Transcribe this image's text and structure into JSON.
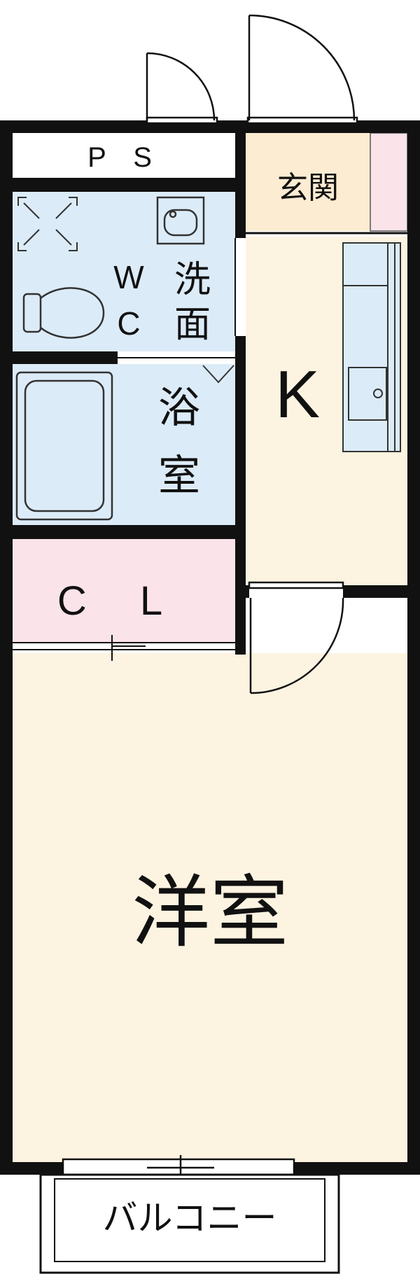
{
  "rooms": {
    "ps": "P S",
    "genkan": "玄関",
    "wc_w": "W",
    "wc_c": "C",
    "senmen_1": "洗",
    "senmen_2": "面",
    "kitchen": "K",
    "yokushitsu_1": "浴",
    "yokushitsu_2": "室",
    "closet": "C L",
    "youshitsu": "洋室",
    "balcony": "バルコニー"
  },
  "colors": {
    "wall": "#111111",
    "floor_western": "#fdf3e1",
    "floor_wet": "#dcebf8",
    "floor_closet": "#fbe3ea",
    "floor_entrance": "#fbecd2",
    "fixture_stroke": "#333333"
  },
  "icons": [
    "door-swing-icon",
    "toilet-icon",
    "bathtub-icon",
    "sink-icon",
    "washer-space-icon"
  ]
}
